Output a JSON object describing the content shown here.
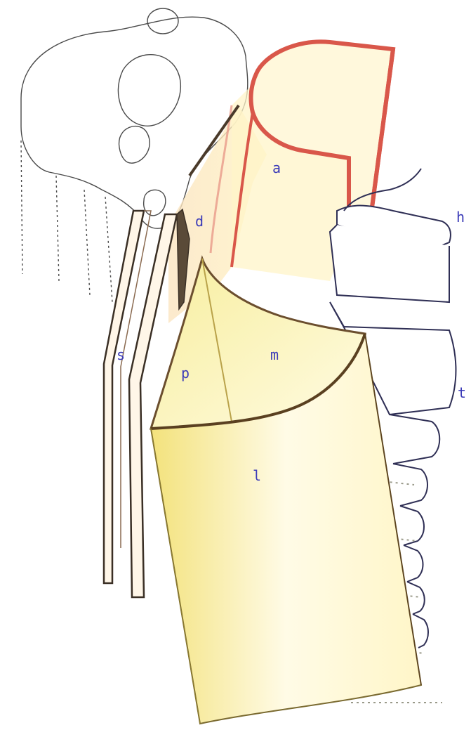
{
  "labels": {
    "a": "a",
    "d": "d",
    "h": "h",
    "m": "m",
    "s": "s",
    "p": "p",
    "t": "t",
    "l": "l"
  },
  "colors": {
    "ink": "#3a3a3a",
    "artery_red": "#d9574a",
    "tissue_yellow": "#f2e3a0",
    "flap_yellow": "#f6ec9c",
    "label_blue": "#3b3bb8",
    "brown_outline": "#6b4e2e"
  }
}
